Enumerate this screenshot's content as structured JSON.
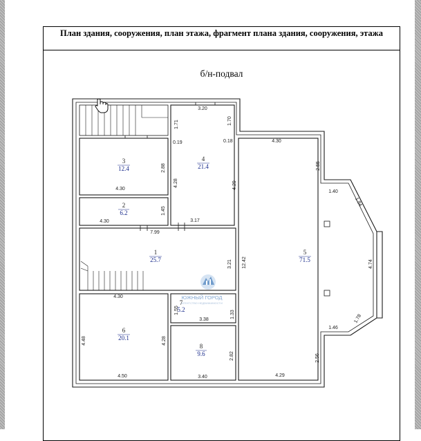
{
  "document": {
    "header_title": "План здания, сооружения, план этажа, фрагмент плана здания, сооружения, этажа",
    "floor_label": "б/н-подвал"
  },
  "rooms": [
    {
      "number": "3",
      "area": "12.4"
    },
    {
      "number": "4",
      "area": "21.4"
    },
    {
      "number": "2",
      "area": "6.2"
    },
    {
      "number": "1",
      "area": "25.7"
    },
    {
      "number": "5",
      "area": "71.5"
    },
    {
      "number": "7",
      "area": "5.2"
    },
    {
      "number": "6",
      "area": "20.1"
    },
    {
      "number": "8",
      "area": "9.6"
    }
  ],
  "dimensions": {
    "d320": "3.20",
    "d171": "1.71",
    "d170": "1.70",
    "d019": "0.19",
    "d018": "0.18",
    "d288": "2.88",
    "d428a": "4.28",
    "d429": "4.29",
    "d430a": "4.30",
    "d430b": "4.30",
    "d145": "1.45",
    "d430c": "4.30",
    "d317": "3.17",
    "d799": "7.99",
    "d255": "2.55",
    "d140": "1.40",
    "d184": "1.84",
    "d321": "3.21",
    "d1242": "12.42",
    "d474": "4.74",
    "d430d": "4.30",
    "d155": "1.55",
    "d133": "1.33",
    "d338": "3.38",
    "d146": "1.46",
    "d178": "1.78",
    "d448": "4.48",
    "d428b": "4.28",
    "d282": "2.82",
    "d256": "2.56",
    "d450": "4.50",
    "d340": "3.40",
    "d429b": "4.29"
  },
  "watermark": {
    "brand": "ЮЖНЫЙ ГОРОД",
    "tagline": "АГЕНТСТВО НЕДВИЖИМОСТИ"
  },
  "colors": {
    "wall": "#1a1a1a",
    "area_text": "#1a2c8c",
    "watermark": "#6d97c8"
  },
  "icons": [
    "hand-cursor-icon",
    "watermark-logo-icon"
  ]
}
